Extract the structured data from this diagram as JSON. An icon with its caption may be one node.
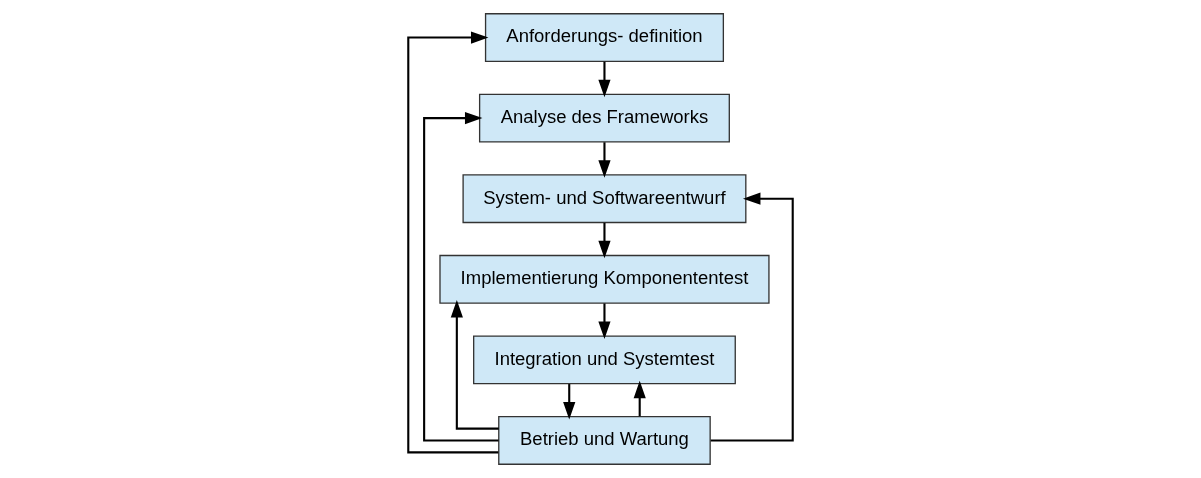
{
  "diagram": {
    "nodes": [
      {
        "text": [
          "Anforderungs- definition"
        ]
      },
      {
        "text": [
          "Analyse des Frameworks"
        ]
      },
      {
        "text": [
          "System- und Softwareentwurf"
        ]
      },
      {
        "text": [
          "Implementierung Komponententest"
        ]
      },
      {
        "text": [
          "Integration und Systemtest"
        ]
      },
      {
        "text": [
          "Betrieb und Wartung"
        ]
      }
    ],
    "edges": [
      {
        "from": 0,
        "to": 1,
        "arrow": "to"
      },
      {
        "from": 1,
        "to": 2,
        "arrow": "to"
      },
      {
        "from": 2,
        "to": 3,
        "arrow": "to"
      },
      {
        "from": 3,
        "to": 4,
        "arrow": "to"
      },
      {
        "from": 4,
        "to": 5,
        "arrow": "to"
      },
      {
        "from": 5,
        "to": 0,
        "arrow": "to"
      },
      {
        "from": 5,
        "to": 1,
        "arrow": "to"
      },
      {
        "from": 5,
        "to": 2,
        "arrow": "to"
      },
      {
        "from": 5,
        "to": 3,
        "arrow": "to"
      },
      {
        "from": 5,
        "to": 4,
        "arrow": "to"
      }
    ]
  }
}
